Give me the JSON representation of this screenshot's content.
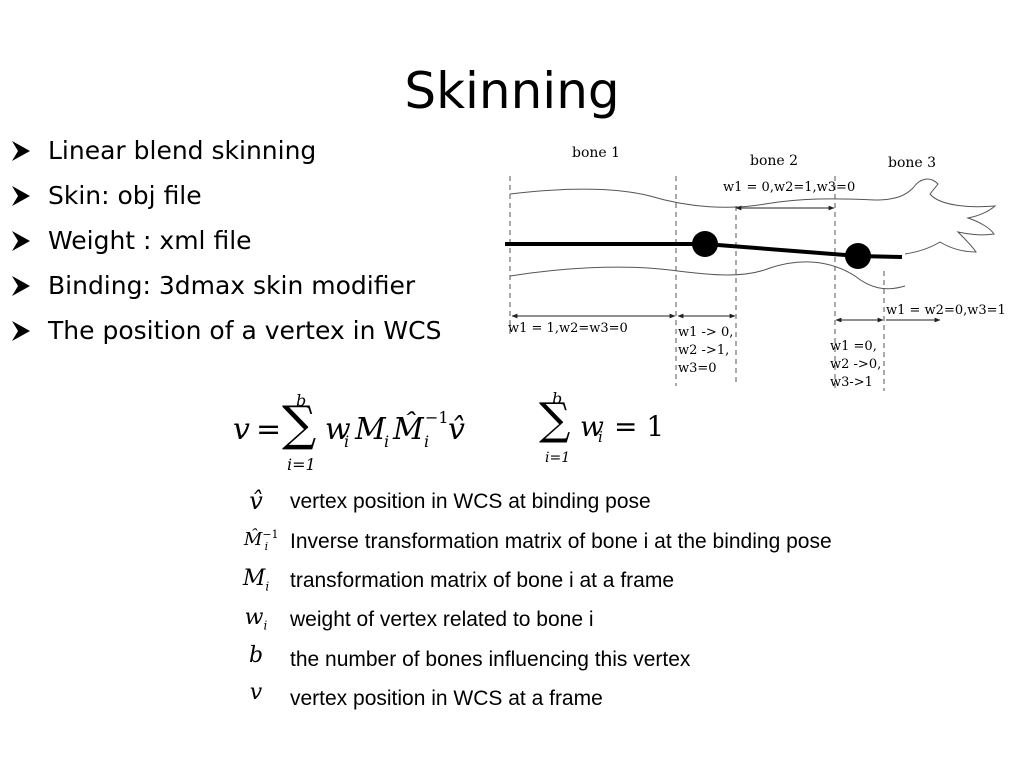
{
  "slide": {
    "title": "Skinning",
    "bullets": [
      "Linear blend skinning",
      "Skin: obj file",
      "Weight : xml file",
      "Binding: 3dmax  skin modifier",
      "The position of a vertex in WCS"
    ]
  },
  "diagram": {
    "bone_labels": [
      "bone 1",
      "bone 2",
      "bone 3"
    ],
    "region_labels": {
      "bone2_top": "w1 = 0,w2=1,w3=0",
      "bone1_bottom": "w1 = 1,w2=w3=0",
      "transition1": [
        "w1 -> 0,",
        "w2 ->1,",
        "w3=0"
      ],
      "bone3_right": "w1 = w2=0,w3=1",
      "transition2": [
        "w1 =0,",
        "w2 ->0,",
        "w3->1"
      ]
    }
  },
  "formula": {
    "main": {
      "lhs": "v",
      "eq": "=",
      "sum_upper": "b",
      "sum_lower": "i=1",
      "sum_symbol": "∑",
      "w": "w",
      "sub_i": "i",
      "M": "M",
      "Mhat": "M̂",
      "inv": "−1",
      "vhat": "v̂"
    },
    "constraint": {
      "sum_upper": "b",
      "sum_lower": "i=1",
      "sum_symbol": "∑",
      "w": "w",
      "sub_i": "i",
      "rhs": "= 1"
    }
  },
  "legend": [
    {
      "symbol": "v̂",
      "text": "vertex position in WCS at binding pose"
    },
    {
      "symbol": "M̂",
      "sup": "−1",
      "sub": "i",
      "text": "Inverse  transformation matrix of bone i at the binding pose"
    },
    {
      "symbol": "M",
      "sub": "i",
      "text": "transformation matrix of bone i at a frame"
    },
    {
      "symbol": "w",
      "sub": "i",
      "text": "weight of vertex related to bone i"
    },
    {
      "symbol": "b",
      "text": "the number of bones influencing this vertex"
    },
    {
      "symbol": "v",
      "text": "vertex position in WCS at a frame"
    }
  ]
}
